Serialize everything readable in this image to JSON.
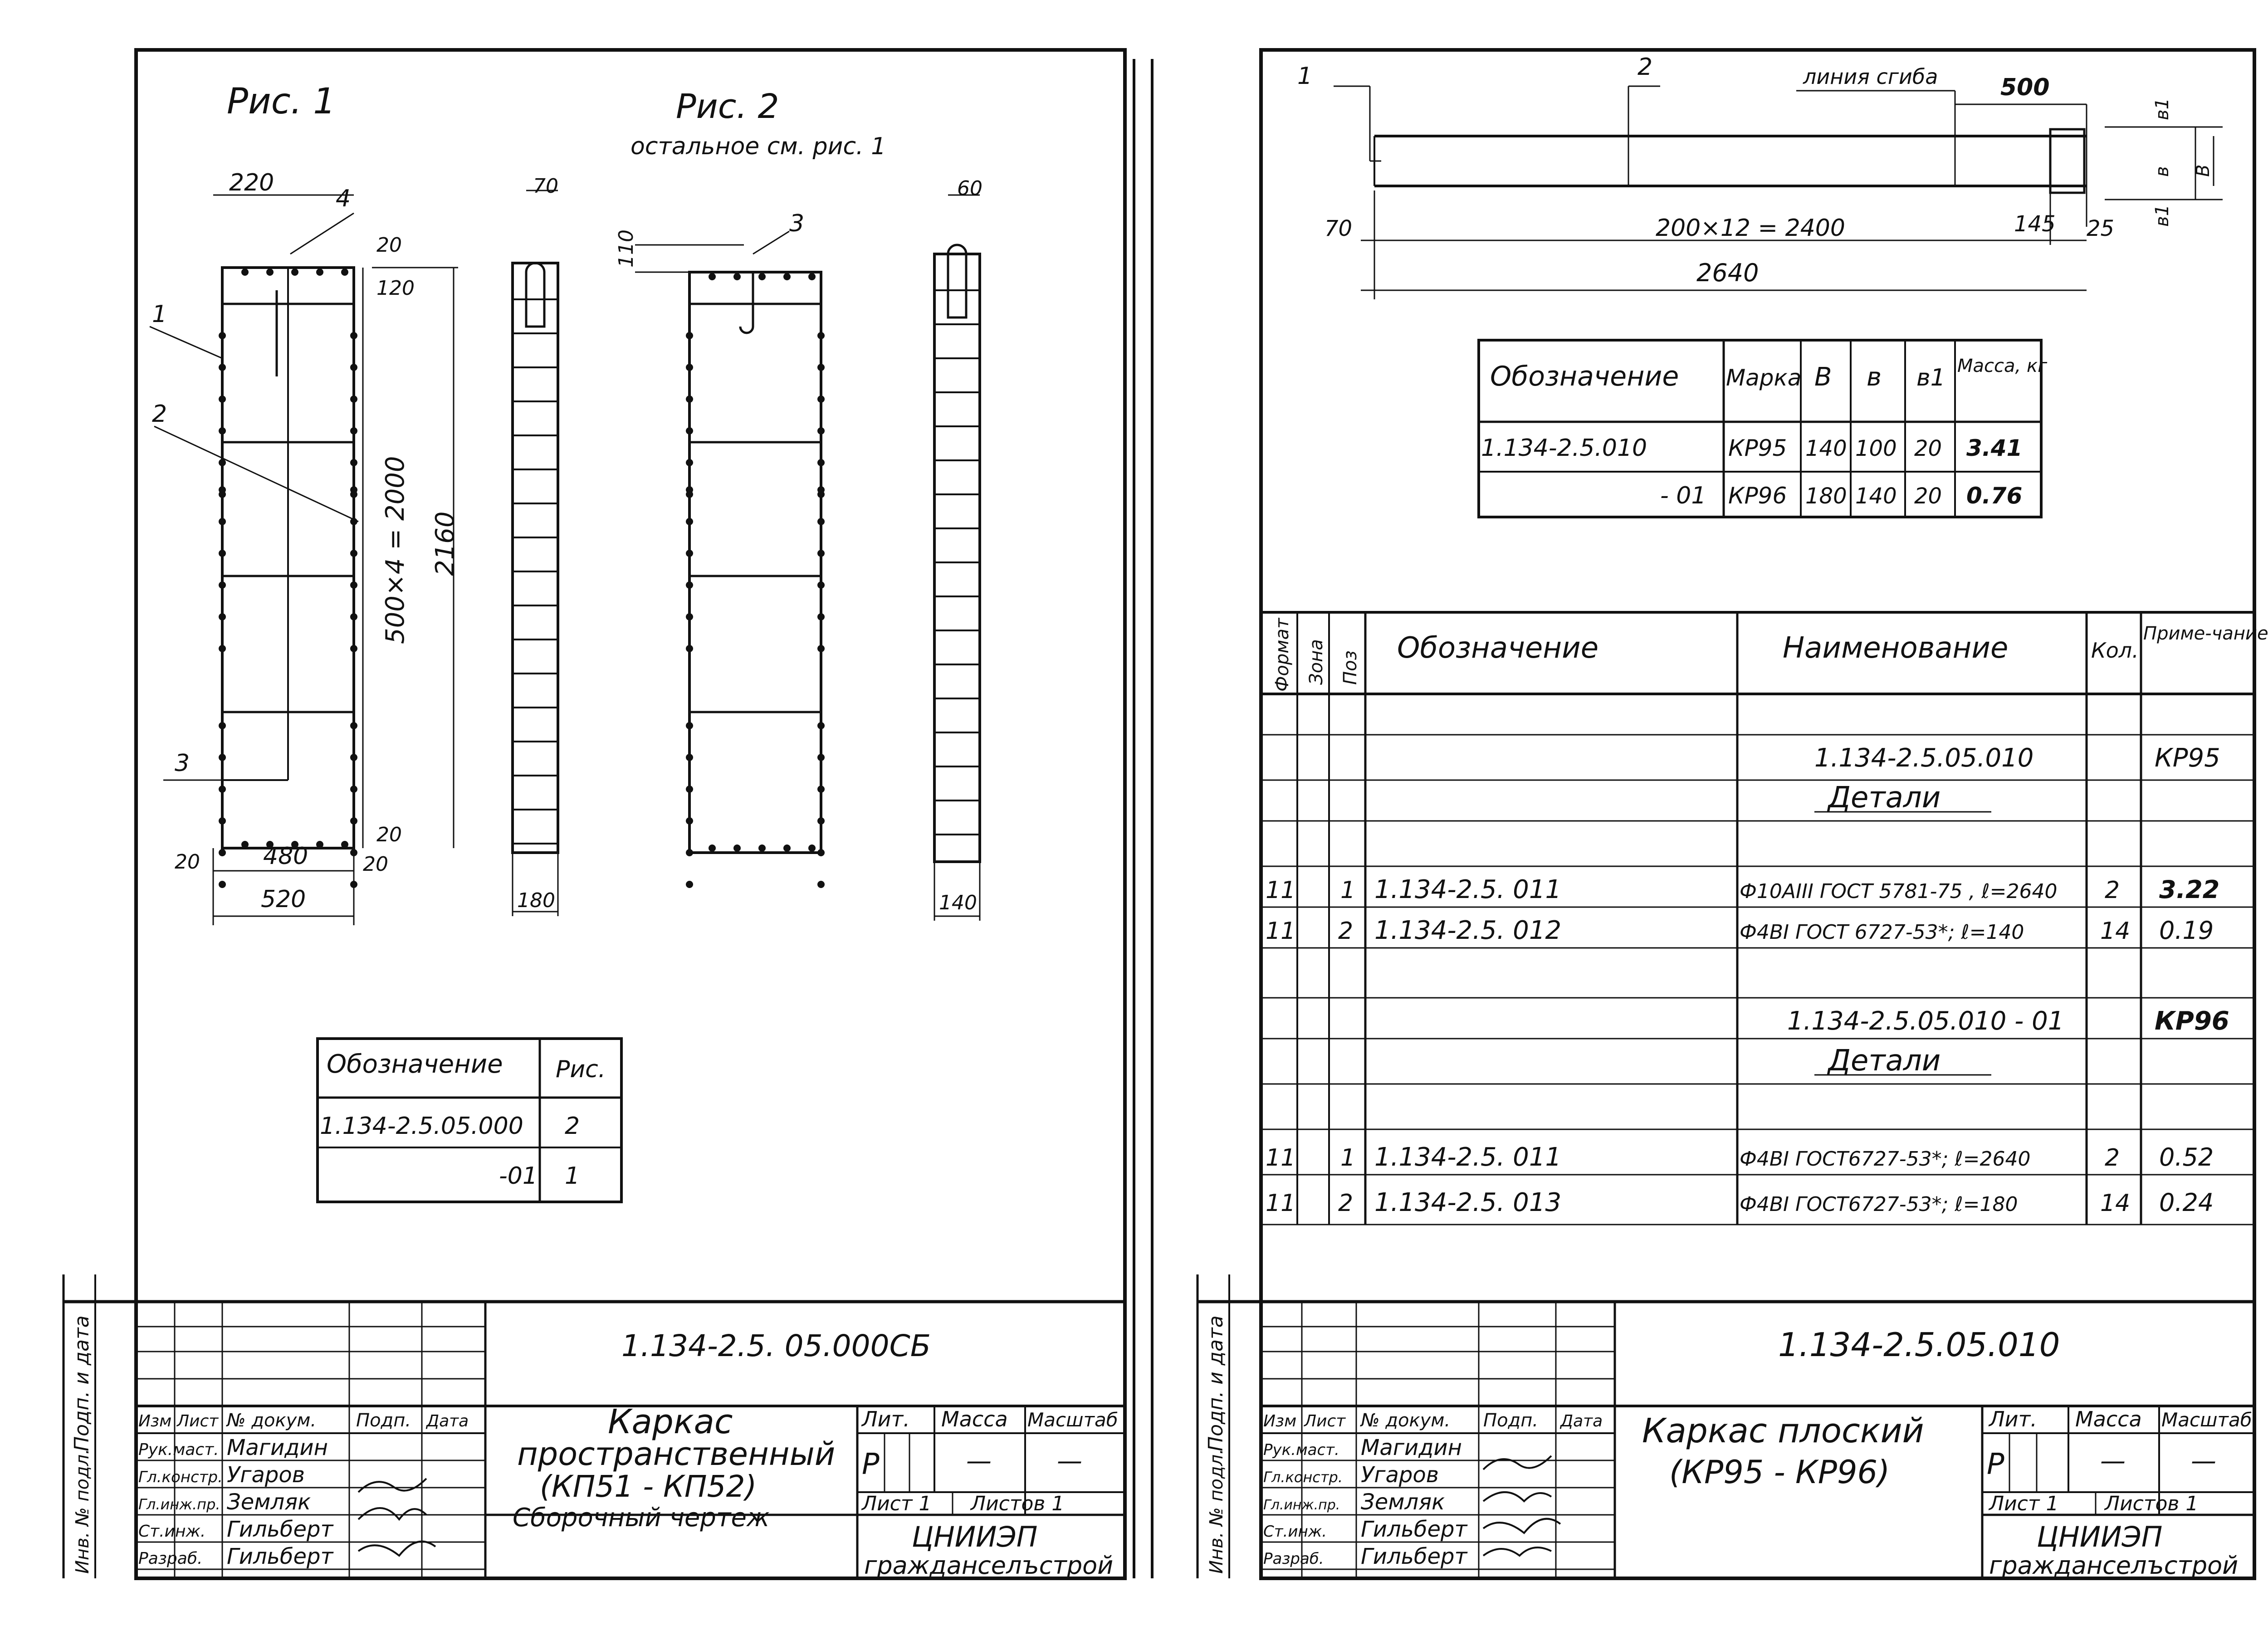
{
  "left": {
    "fig1_label": "Рис. 1",
    "fig2_label": "Рис. 2",
    "fig2_note": "остальное см. рис. 1",
    "dims": {
      "d220": "220",
      "d120": "120",
      "d20a": "20",
      "d500x4": "500×4 = 2000",
      "d2160": "2160",
      "d20b": "20",
      "d480": "480",
      "d20c": "20",
      "d20d": "20",
      "d520": "520",
      "d70": "70",
      "d180": "180",
      "d110": "110",
      "d60": "60",
      "d140": "140"
    },
    "pos": {
      "p1": "1",
      "p2": "2",
      "p3": "3",
      "p4": "4",
      "p3b": "3"
    },
    "table": {
      "h_designation": "Обозначение",
      "h_fig": "Рис.",
      "rows": [
        {
          "designation": "1.134-2.5.05.000",
          "fig": "2"
        },
        {
          "designation": "-01",
          "fig": "1"
        }
      ]
    },
    "stamp": {
      "code": "1.134-2.5. 05.000СБ",
      "title_line1": "Каркас",
      "title_line2": "пространственный",
      "title_line3": "(КП51 - КП52)",
      "title_line4": "Сборочный чертеж",
      "lit_h": "Лит.",
      "mass_h": "Масса",
      "scale_h": "Масштаб",
      "lit_v": "Р",
      "mass_v": "—",
      "scale_v": "—",
      "sheet": "Лист 1",
      "sheets": "Листов 1",
      "org1": "ЦНИИЭП",
      "org2": "гражданселъстрой",
      "cols": [
        "Изм",
        "Лист",
        "№ докум.",
        "Подп.",
        "Дата"
      ],
      "roles": [
        "Рук.маст.",
        "Гл.констр.",
        "Гл.инж.пр.",
        "Ст.инж.",
        "Разраб."
      ],
      "names": [
        "Магидин",
        "Угаров",
        "Земляк",
        "Гильберт",
        "Гильберт"
      ],
      "side1": "Подп. и дата",
      "side2": "Инв. № подл."
    }
  },
  "right": {
    "pos1": "1",
    "pos2": "2",
    "bend_line": "линия сгиба",
    "dims": {
      "d500": "500",
      "d70": "70",
      "d200x12": "200×12 = 2400",
      "d145": "145",
      "d25": "25",
      "d2640": "2640",
      "b1top": "в1",
      "b": "в",
      "B": "В",
      "b1bot": "в1"
    },
    "param_table": {
      "headers": [
        "Обозначение",
        "Марка",
        "В",
        "в",
        "в1",
        "Масса, кг"
      ],
      "rows": [
        [
          "1.134-2.5.010",
          "КР95",
          "140",
          "100",
          "20",
          "3.41"
        ],
        [
          "- 01",
          "КР96",
          "180",
          "140",
          "20",
          "0.76"
        ]
      ]
    },
    "spec": {
      "headers": [
        "Формат",
        "Зона",
        "Поз",
        "Обозначение",
        "Наименование",
        "Кол.",
        "Приме-чание"
      ],
      "groups": [
        {
          "title": "1.134-2.5.05.010",
          "note": "КР95",
          "sub": "Детали",
          "rows": [
            [
              "11",
              "1",
              "1.134-2.5. 011",
              "Ф10АIII ГОСТ 5781-75 , ℓ=2640",
              "2",
              "3.22"
            ],
            [
              "11",
              "2",
              "1.134-2.5. 012",
              "Ф4ВI ГОСТ 6727-53*; ℓ=140",
              "14",
              "0.19"
            ]
          ]
        },
        {
          "title": "1.134-2.5.05.010 - 01",
          "note": "КР96",
          "sub": "Детали",
          "rows": [
            [
              "11",
              "1",
              "1.134-2.5. 011",
              "Ф4ВI ГОСТ6727-53*; ℓ=2640",
              "2",
              "0.52"
            ],
            [
              "11",
              "2",
              "1.134-2.5. 013",
              "Ф4ВI ГОСТ6727-53*; ℓ=180",
              "14",
              "0.24"
            ]
          ]
        }
      ]
    },
    "stamp": {
      "code": "1.134-2.5.05.010",
      "title_line1": "Каркас плоский",
      "title_line2": "(КР95 - КР96)",
      "lit_h": "Лит.",
      "mass_h": "Масса",
      "scale_h": "Масштаб",
      "lit_v": "Р",
      "mass_v": "—",
      "scale_v": "—",
      "sheet": "Лист 1",
      "sheets": "Листов 1",
      "org1": "ЦНИИЭП",
      "org2": "гражданселъстрой",
      "cols": [
        "Изм",
        "Лист",
        "№ докум.",
        "Подп.",
        "Дата"
      ],
      "roles": [
        "Рук.маст.",
        "Гл.констр.",
        "Гл.инж.пр.",
        "Ст.инж.",
        "Разраб."
      ],
      "names": [
        "Магидин",
        "Угаров",
        "Земляк",
        "Гильберт",
        "Гильберт"
      ],
      "side1": "Подп. и дата",
      "side2": "Инв. № подл."
    }
  }
}
